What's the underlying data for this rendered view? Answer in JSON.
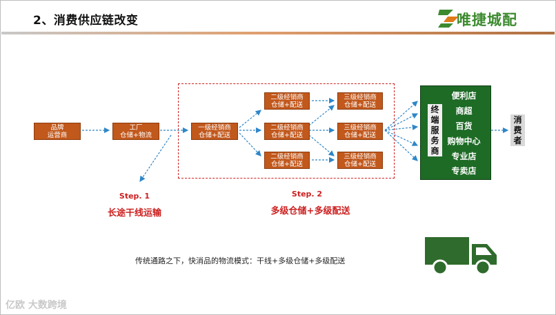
{
  "header": {
    "title": "2、消费供应链改变",
    "logo_text": "唯捷城配"
  },
  "flow": {
    "brand": [
      "品牌",
      "运营商"
    ],
    "factory": [
      "工厂",
      "仓储+物流"
    ],
    "tier1": [
      "一级经销商",
      "仓储+配送"
    ],
    "tier2": [
      "二级经销商",
      "仓储+配送"
    ],
    "tier3": [
      "三级经销商",
      "仓储+配送"
    ]
  },
  "terminal": {
    "label": [
      "终",
      "端",
      "服",
      "务",
      "商"
    ],
    "stores": [
      "便利店",
      "商超",
      "百货",
      "购物中心",
      "专业店",
      "专卖店"
    ]
  },
  "consumer": [
    "消",
    "费",
    "者"
  ],
  "steps": {
    "step1": "Step. 1",
    "step1_desc": "长途干线运输",
    "step2": "Step. 2",
    "step2_desc": "多级仓储+多级配送"
  },
  "caption": "传统通路之下，快消品的物流模式：干线+多级仓储+多级配送",
  "watermark": "亿欧 大数跨境",
  "colors": {
    "box_fill": "#c1581c",
    "terminal_fill": "#1e6b26",
    "accent_red": "#cc1f1f",
    "arrow_blue": "#2e86c8",
    "truck_green": "#2f6b2c"
  }
}
